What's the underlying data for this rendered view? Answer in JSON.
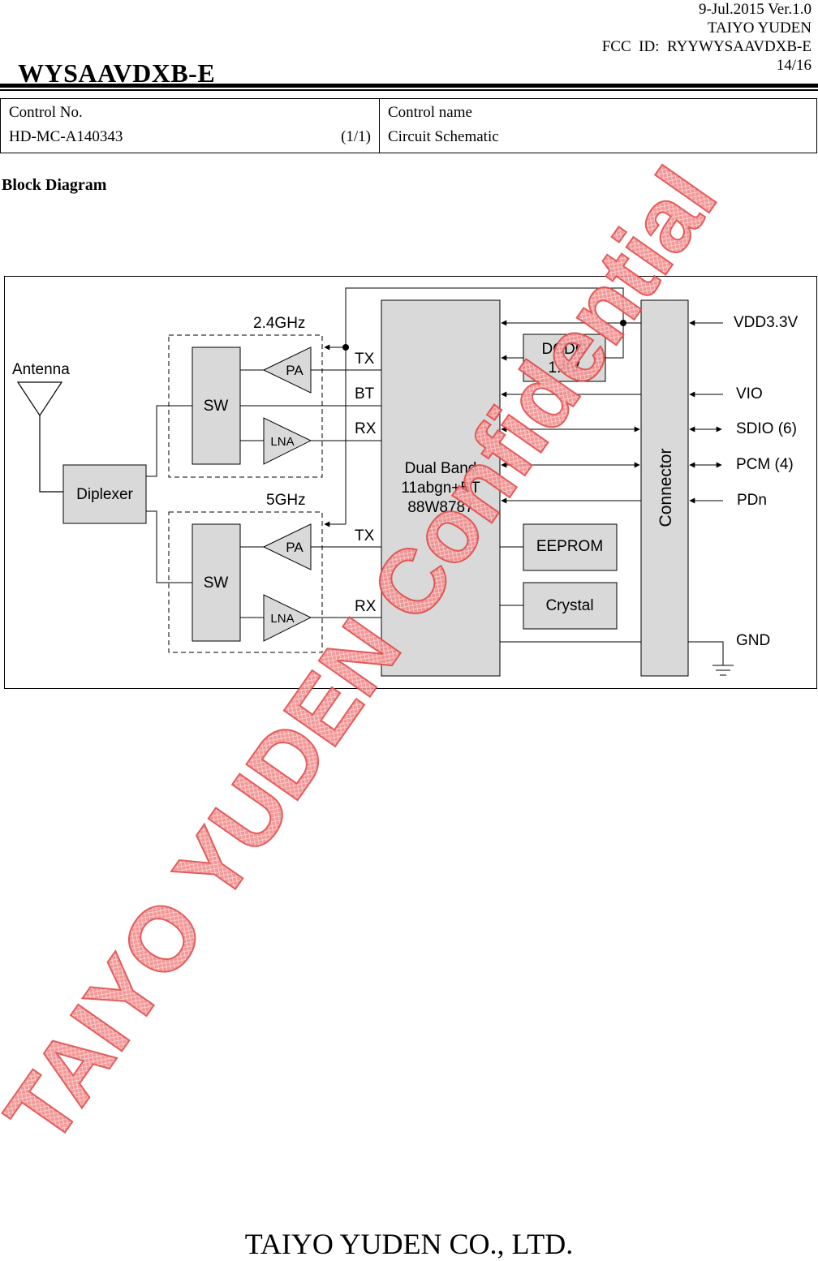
{
  "header": {
    "date_version": "9-Jul.2015 Ver.1.0",
    "company": "TAIYO YUDEN",
    "fcc_id": "FCC  ID:  RYYWYSAAVDXB-E",
    "page": "14/16",
    "model": "WYSAAVDXB-E"
  },
  "control_table": {
    "no_label": "Control No.",
    "no_value": "HD-MC-A140343",
    "no_page": "(1/1)",
    "name_label": "Control name",
    "name_value": "Circuit Schematic"
  },
  "section_title": "Block Diagram",
  "diagram": {
    "antenna": "Antenna",
    "diplexer": "Diplexer",
    "band_24": "2.4GHz",
    "band_5": "5GHz",
    "sw": "SW",
    "pa": "PA",
    "lna": "LNA",
    "tx": "TX",
    "bt": "BT",
    "rx": "RX",
    "chip_line1": "Dual Band",
    "chip_line2": "11abgn+BT",
    "chip_line3": "88W8787",
    "dcdc_line1": "DCDC",
    "dcdc_line2": "1.8V",
    "eeprom": "EEPROM",
    "crystal": "Crystal",
    "connector": "Connector",
    "pins": {
      "vdd": "VDD3.3V",
      "vio": "VIO",
      "sdio": "SDIO (6)",
      "pcm": "PCM (4)",
      "pdn": "PDn",
      "gnd": "GND"
    }
  },
  "watermark": "TAIYO YUDEN Confidential",
  "footer": "TAIYO YUDEN CO., LTD."
}
